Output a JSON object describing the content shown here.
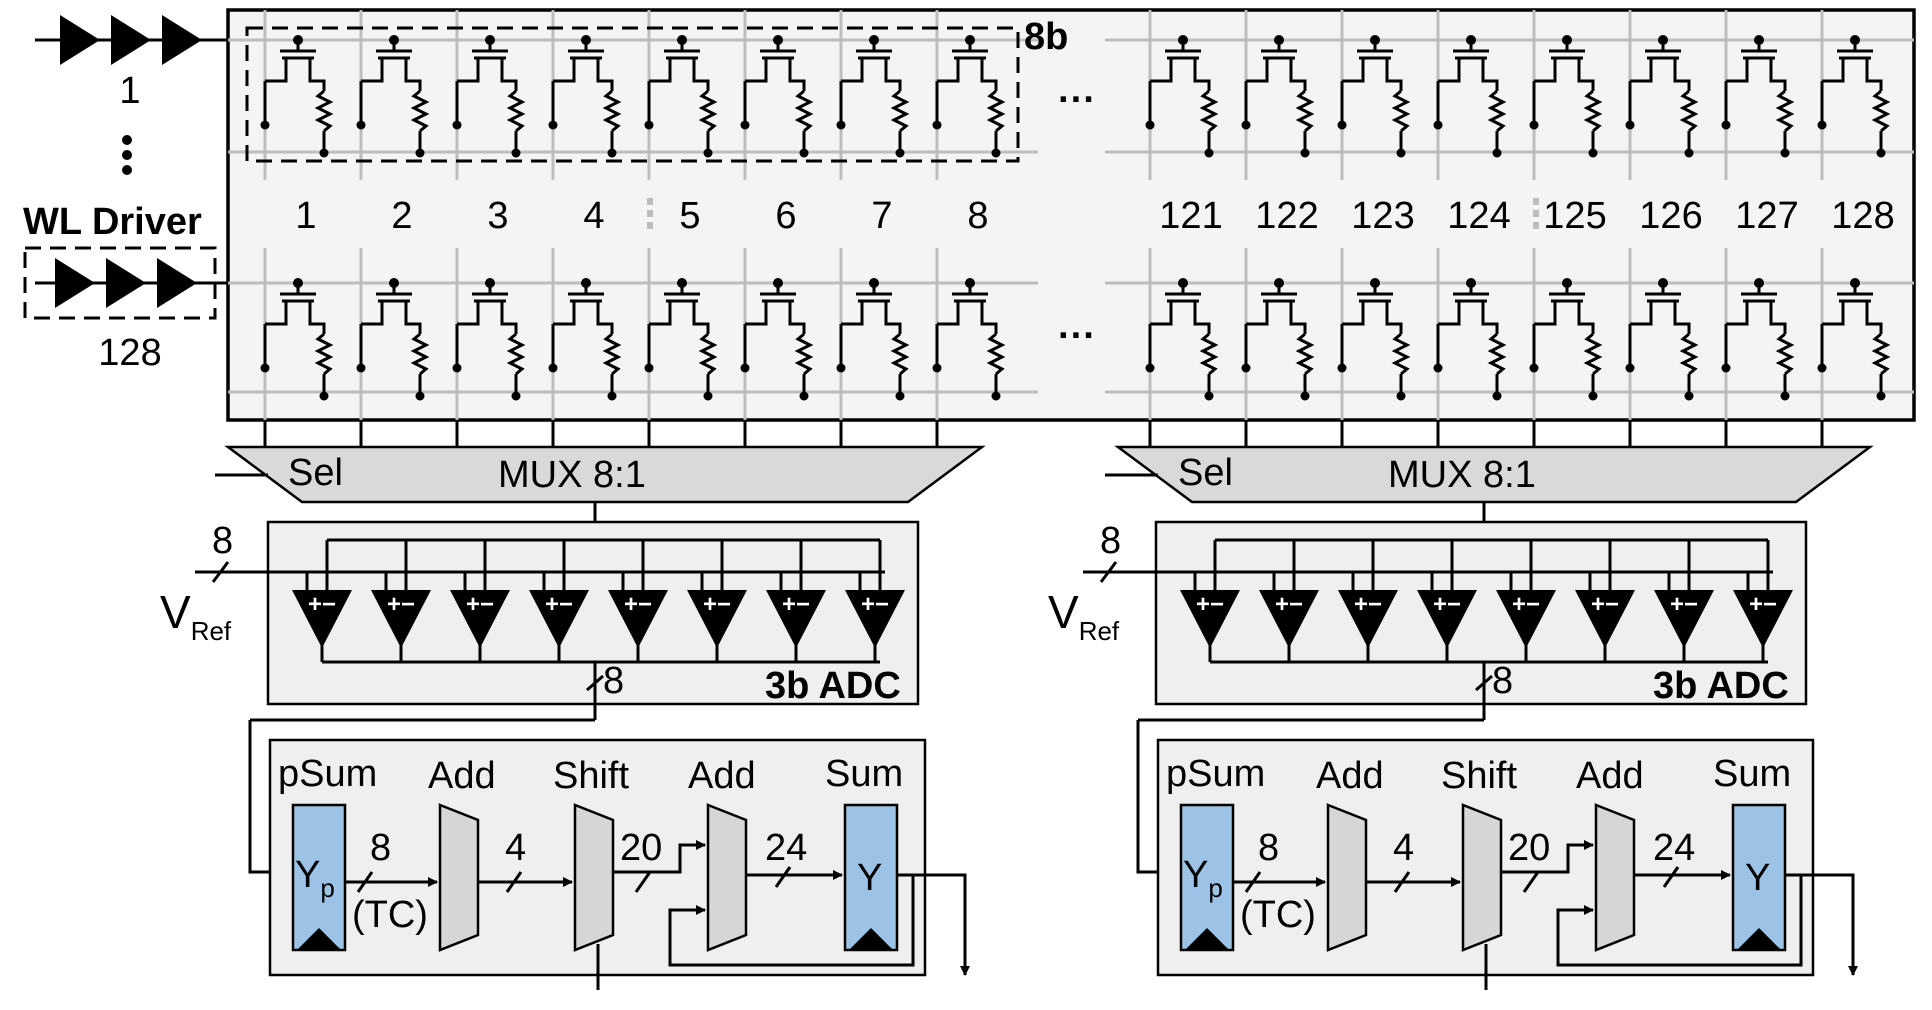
{
  "array": {
    "group_label": "8b",
    "columns_left": [
      "1",
      "2",
      "3",
      "4",
      "5",
      "6",
      "7",
      "8"
    ],
    "columns_right": [
      "121",
      "122",
      "123",
      "124",
      "125",
      "126",
      "127",
      "128"
    ],
    "ellipsis": "···"
  },
  "wl_driver": {
    "label": "WL Driver",
    "row_first": "1",
    "row_last": "128"
  },
  "mux": {
    "sel_label": "Sel",
    "label": "MUX 8:1"
  },
  "adc": {
    "label": "3b ADC",
    "vref_main": "V",
    "vref_sub": "Ref",
    "bus_in": "8",
    "bus_out": "8",
    "comparator_sign": "+−"
  },
  "accumulator": {
    "psum_label": "pSum",
    "add_label": "Add",
    "shift_label": "Shift",
    "sum_label": "Sum",
    "yp_main": "Y",
    "yp_sub": "p",
    "y_label": "Y",
    "bus_8": "8",
    "bus_tc": "(TC)",
    "bus_4": "4",
    "bus_20": "20",
    "bus_24": "24"
  },
  "colors": {
    "grid": "#bdbdbd",
    "panel_fill": "#efefef",
    "mux_fill": "#d9d9d9",
    "register_fill": "#9cc2e5",
    "adder_fill": "#d6d6d6"
  }
}
